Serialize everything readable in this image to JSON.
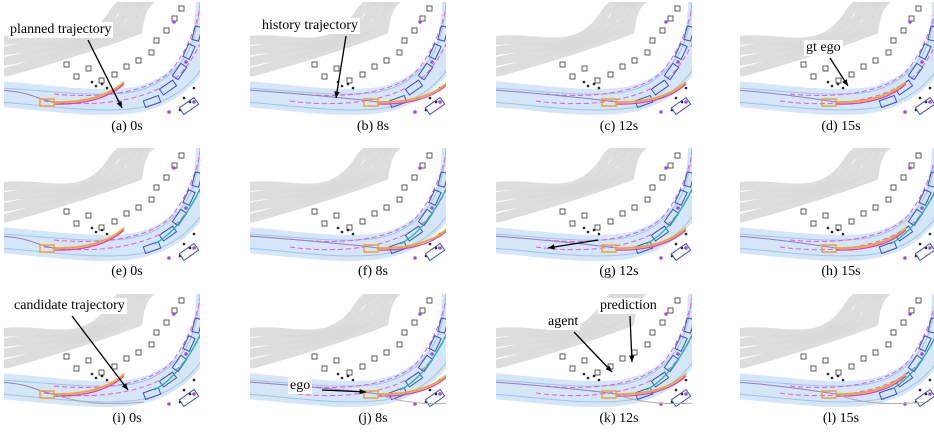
{
  "panels": [
    {
      "caption": "(a) 0s"
    },
    {
      "caption": "(b) 8s"
    },
    {
      "caption": "(c) 12s"
    },
    {
      "caption": "(d) 15s"
    },
    {
      "caption": "(e) 0s"
    },
    {
      "caption": "(f) 8s"
    },
    {
      "caption": "(g) 12s"
    },
    {
      "caption": "(h) 15s"
    },
    {
      "caption": "(i) 0s"
    },
    {
      "caption": "(j) 8s"
    },
    {
      "caption": "(k) 12s"
    },
    {
      "caption": "(l) 15s"
    }
  ],
  "annotations": {
    "planned": "planned trajectory",
    "history": "history trajectory",
    "gt_ego": "gt ego",
    "candidate": "candidate trajectory",
    "ego": "ego",
    "agent": "agent",
    "prediction": "prediction"
  },
  "colors": {
    "road_gray": "#d9d9d9",
    "lane_blue": "#cfe3f7",
    "lane_dash": "#e05bd8",
    "vehicle_box": "#3a4fc4",
    "ego_box": "#e8a33a",
    "trajectory_orange": "#f2a530",
    "trajectory_magenta": "#d63cd6",
    "prediction_teal": "#2bb3a8"
  }
}
